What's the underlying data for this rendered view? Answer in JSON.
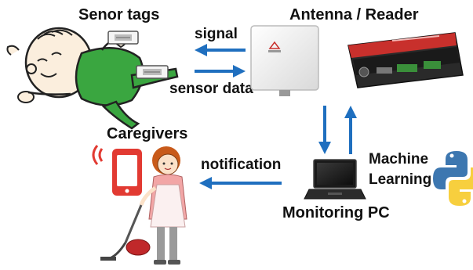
{
  "labels": {
    "senor_tags": "Senor tags",
    "antenna_reader": "Antenna / Reader",
    "signal": "signal",
    "sensor_data": "sensor data",
    "caregivers": "Caregivers",
    "notification": "notification",
    "machine_learning_line1": "Machine",
    "machine_learning_line2": "Learning",
    "monitoring_pc": "Monitoring PC"
  },
  "colors": {
    "arrow": "#1f6fbf",
    "shirt_green": "#3aa640",
    "reader_red": "#c8302c",
    "phone_red": "#e23a32",
    "python_blue": "#3d77b0",
    "python_yellow": "#f7cf3e"
  },
  "icons": [
    "elderly-person-icon",
    "sensor-tag-icon",
    "antenna-icon",
    "rfid-reader-icon",
    "laptop-icon",
    "python-logo-icon",
    "smartphone-alert-icon",
    "caregiver-icon"
  ]
}
